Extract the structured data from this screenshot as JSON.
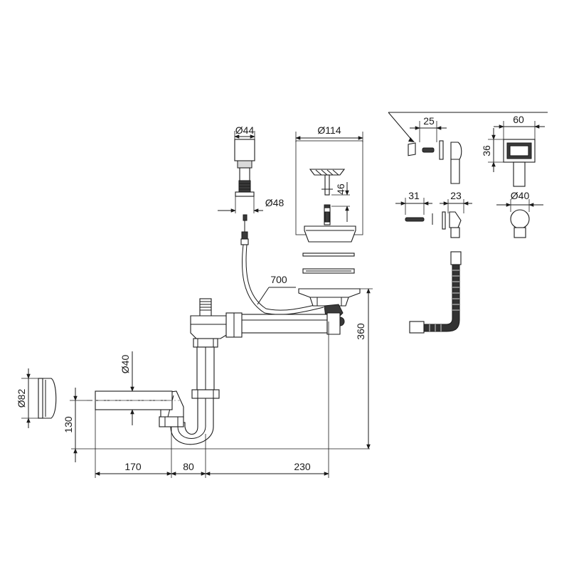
{
  "labels": {
    "d44": "Ø44",
    "d48": "Ø48",
    "d114": "Ø114",
    "h46": "46",
    "cable700": "700",
    "d40_pipe": "Ø40",
    "d82": "Ø82",
    "h130": "130",
    "h360": "360",
    "w170": "170",
    "w80": "80",
    "w230": "230",
    "w25": "25",
    "w60": "60",
    "h36": "36",
    "w31": "31",
    "w23": "23",
    "d40_overflow": "Ø40"
  }
}
